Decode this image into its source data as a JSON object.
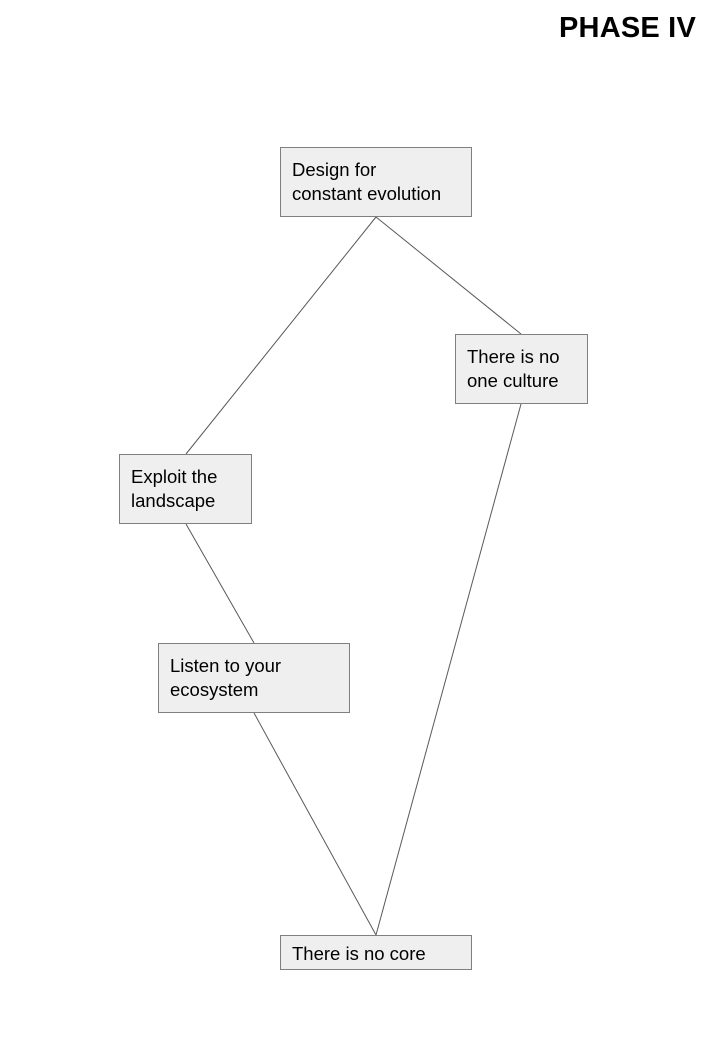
{
  "header": {
    "phase_label": "PHASE IV"
  },
  "diagram": {
    "nodes": [
      {
        "id": "design",
        "label": "Design for\nconstant evolution"
      },
      {
        "id": "culture",
        "label": "There is no\none culture"
      },
      {
        "id": "exploit",
        "label": "Exploit the\nlandscape"
      },
      {
        "id": "listen",
        "label": "Listen to your\necosystem"
      },
      {
        "id": "core",
        "label": "There is no core"
      }
    ],
    "edges": [
      {
        "from": "design",
        "to": "exploit"
      },
      {
        "from": "design",
        "to": "culture"
      },
      {
        "from": "exploit",
        "to": "listen"
      },
      {
        "from": "listen",
        "to": "core"
      },
      {
        "from": "culture",
        "to": "core"
      }
    ],
    "colors": {
      "node_fill": "#efefef",
      "node_border": "#7f7f7f",
      "connector": "#595959",
      "text": "#000000"
    }
  }
}
